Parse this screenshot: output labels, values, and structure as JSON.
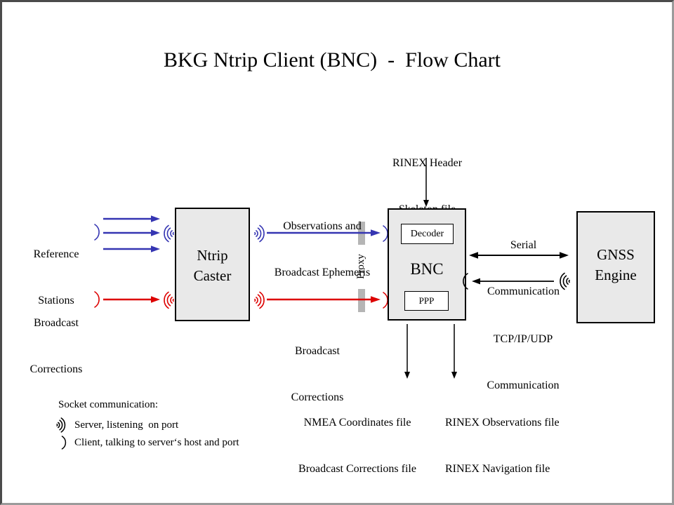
{
  "title": "BKG Ntrip Client (BNC)  -  Flow Chart",
  "nodes": {
    "ntrip_caster": {
      "line1": "Ntrip",
      "line2": "Caster"
    },
    "bnc": {
      "label": "BNC",
      "decoder": "Decoder",
      "ppp": "PPP"
    },
    "gnss_engine": {
      "line1": "GNSS",
      "line2": "Engine"
    }
  },
  "labels": {
    "reference_stations": {
      "line1": "Reference",
      "line2": "Stations"
    },
    "broadcast_corrections_left": {
      "line1": "Broadcast",
      "line2": "Corrections"
    },
    "observations_ephemeris": {
      "line1": "Observations and",
      "line2": "Broadcast Ephemeris"
    },
    "broadcast_corrections_mid": {
      "line1": "Broadcast",
      "line2": "Corrections"
    },
    "rinex_header": {
      "line1": "RINEX Header",
      "line2": "Skeleton file"
    },
    "proxy": "Proxy",
    "serial_comm": {
      "line1": "Serial",
      "line2": "Communication"
    },
    "tcp_comm": {
      "line1": "TCP/IP/UDP",
      "line2": "Communication"
    },
    "nmea_out": {
      "line1": "NMEA Coordinates file",
      "line2": "Broadcast Corrections file"
    },
    "rinex_out": {
      "line1": "RINEX Observations file",
      "line2": "RINEX Navigation file"
    }
  },
  "legend": {
    "title": "Socket communication:",
    "server": "Server, listening  on port",
    "client": "Client, talking to server‘s host and port"
  },
  "icons": {
    "server_listening": "radiating-arcs-icon",
    "client_talking": "single-arc-icon"
  },
  "colors": {
    "blue_stream": "#3535b2",
    "red_stream": "#dd0000",
    "black_stream": "#000000",
    "box_fill": "#e9e9e9",
    "proxy_bar": "#b5b5b5",
    "frame_dark": "#4b4b4b",
    "frame_light": "#9b9b9b"
  }
}
